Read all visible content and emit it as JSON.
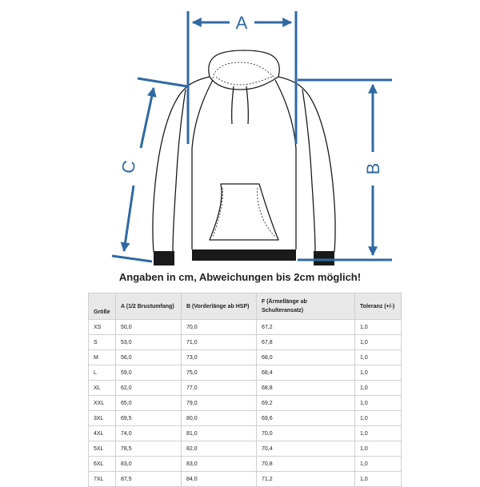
{
  "diagram": {
    "labels": {
      "a": "A",
      "b": "B",
      "c": "C"
    },
    "colors": {
      "arrow": "#2f6aa3",
      "outline": "#1c1c1c",
      "cuff": "#1a1a1a"
    }
  },
  "note": "Angaben in cm, Abweichungen bis 2cm möglich!",
  "table": {
    "headers": [
      "Größe",
      "A (1/2 Brustumfang)",
      "B (Vorderlänge ab HSP)",
      "F (Ärmellänge ab Schulteransatz)",
      "Toleranz (+/-)"
    ],
    "rows": [
      [
        "XS",
        "50,0",
        "70,0",
        "67,2",
        "1,0"
      ],
      [
        "S",
        "53,0",
        "71,0",
        "67,8",
        "1,0"
      ],
      [
        "M",
        "56,0",
        "73,0",
        "68,0",
        "1,0"
      ],
      [
        "L",
        "59,0",
        "75,0",
        "68,4",
        "1,0"
      ],
      [
        "XL",
        "62,0",
        "77,0",
        "68,8",
        "1,0"
      ],
      [
        "XXL",
        "65,0",
        "79,0",
        "69,2",
        "1,0"
      ],
      [
        "3XL",
        "69,5",
        "80,0",
        "69,6",
        "1,0"
      ],
      [
        "4XL",
        "74,0",
        "81,0",
        "70,0",
        "1,0"
      ],
      [
        "5XL",
        "78,5",
        "82,0",
        "70,4",
        "1,0"
      ],
      [
        "6XL",
        "83,0",
        "83,0",
        "70,8",
        "1,0"
      ],
      [
        "7XL",
        "87,5",
        "84,0",
        "71,2",
        "1,0"
      ]
    ]
  }
}
